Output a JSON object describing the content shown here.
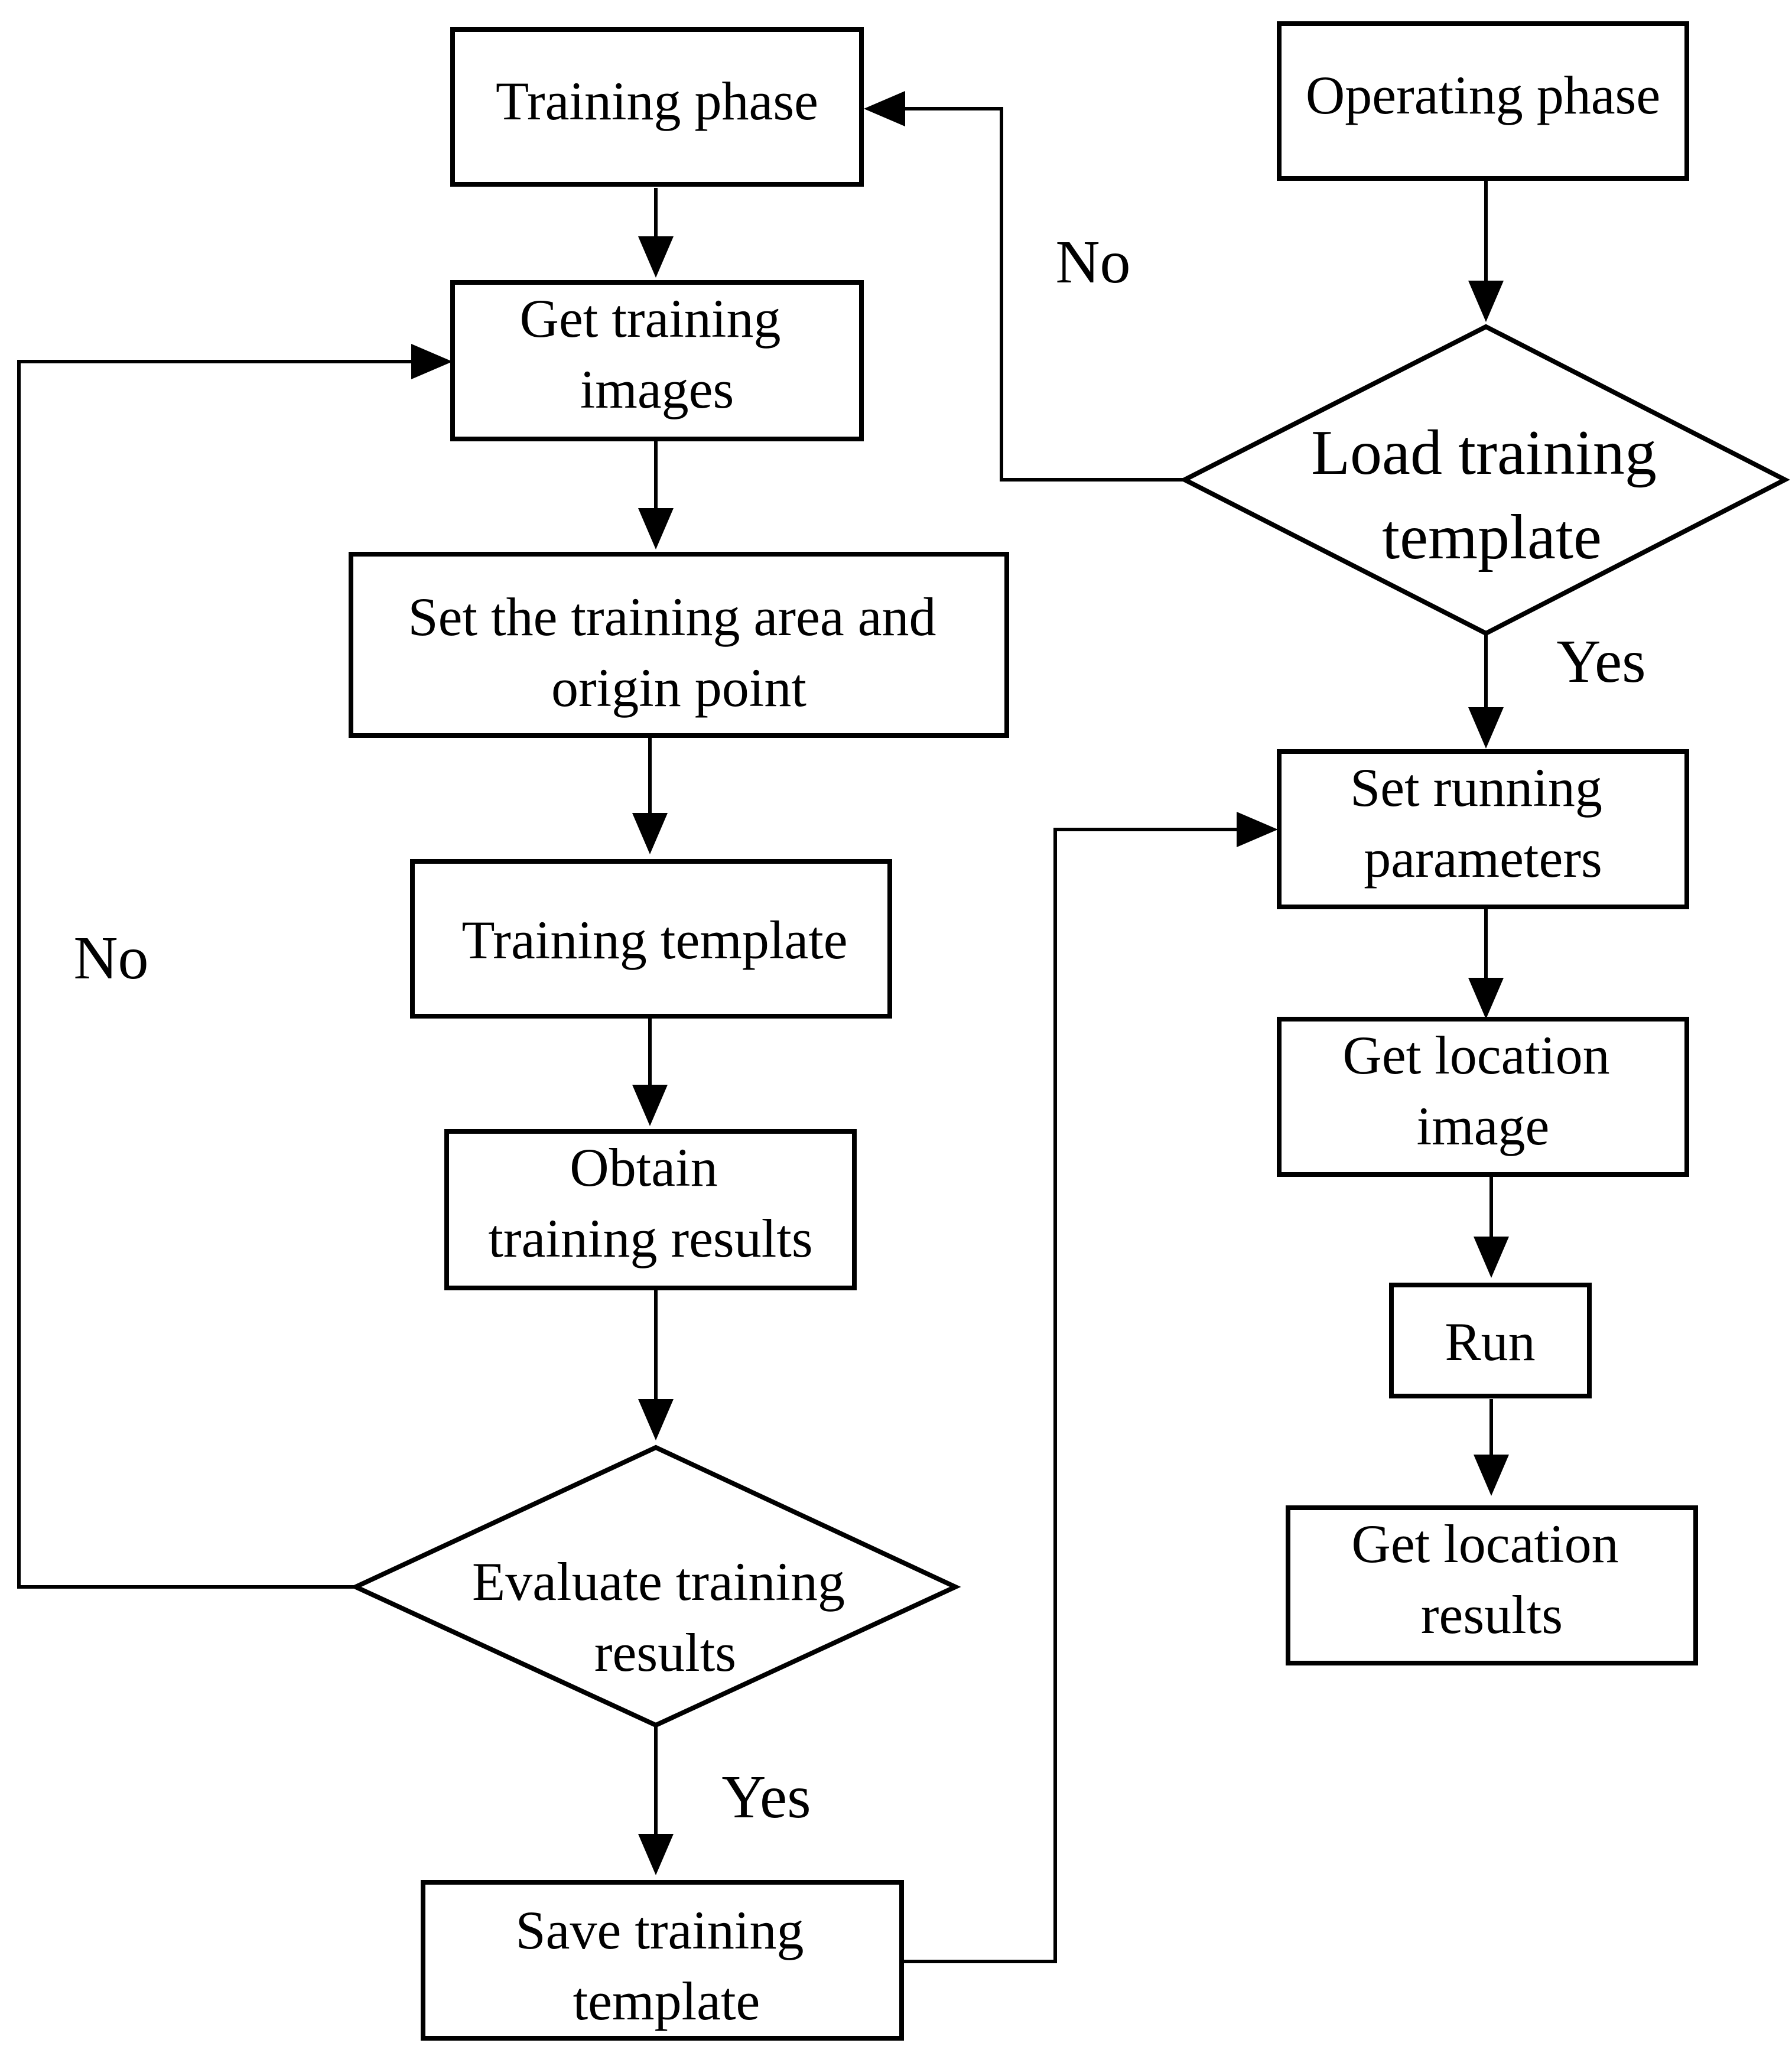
{
  "nodes": {
    "training_phase": {
      "lines": [
        "Training phase"
      ]
    },
    "get_training_images": {
      "lines": [
        "Get training",
        "images"
      ]
    },
    "set_training_area": {
      "lines": [
        "Set the training area and",
        "origin point"
      ]
    },
    "training_template": {
      "lines": [
        "Training template"
      ]
    },
    "obtain_training_results": {
      "lines": [
        "Obtain",
        "training results"
      ]
    },
    "evaluate_training_results": {
      "lines": [
        "Evaluate training",
        "results"
      ]
    },
    "save_training_template": {
      "lines": [
        "Save training",
        "template"
      ]
    },
    "operating_phase": {
      "lines": [
        "Operating phase"
      ]
    },
    "load_training_template": {
      "lines": [
        "Load training",
        "template"
      ]
    },
    "set_running_parameters": {
      "lines": [
        "Set running",
        "parameters"
      ]
    },
    "get_location_image": {
      "lines": [
        "Get location",
        "image"
      ]
    },
    "run": {
      "lines": [
        "Run"
      ]
    },
    "get_location_results": {
      "lines": [
        "Get location",
        "results"
      ]
    }
  },
  "edge_labels": {
    "load_no": "No",
    "load_yes": "Yes",
    "evaluate_no": "No",
    "evaluate_yes": "Yes"
  }
}
